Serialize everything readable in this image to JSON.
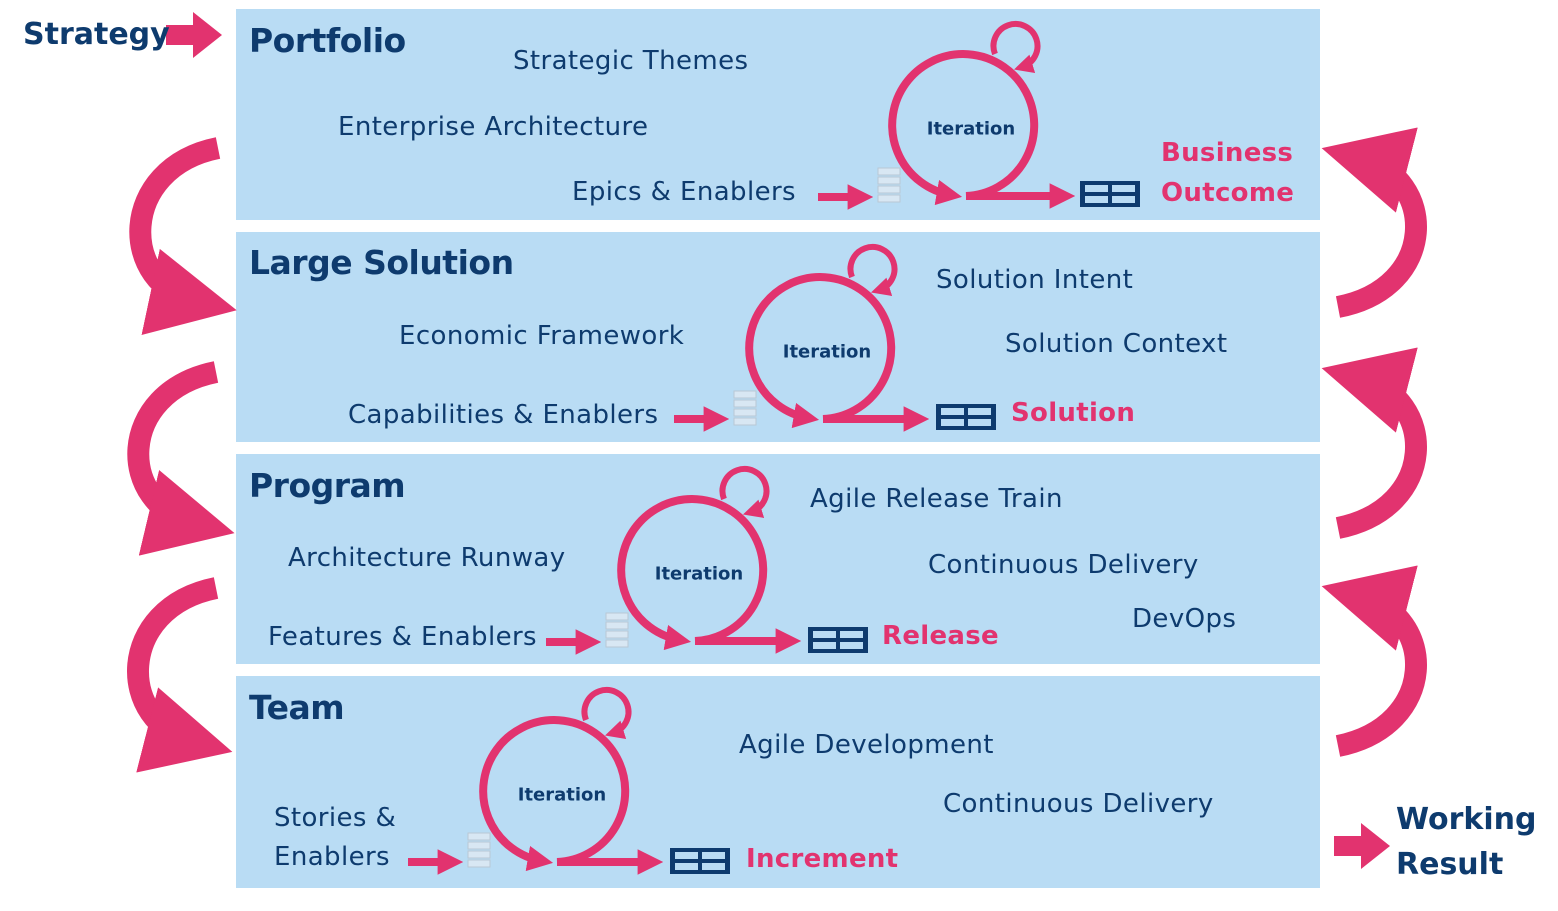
{
  "inputs": {
    "strategy_label": "Strategy",
    "result_label_line1": "Working",
    "result_label_line2": "Result"
  },
  "colors": {
    "band": "#b9dcf4",
    "text": "#0e3b6e",
    "accent": "#e2336f",
    "grid_block": "#0e3b6e"
  },
  "levels": [
    {
      "title": "Portfolio",
      "iteration_label": "Iteration",
      "items": [
        "Strategic Themes",
        "Enterprise Architecture"
      ],
      "backlog_label": "Epics & Enablers",
      "output": [
        "Business",
        "Outcome"
      ]
    },
    {
      "title": "Large Solution",
      "iteration_label": "Iteration",
      "items": [
        "Solution Intent",
        "Economic Framework",
        "Solution Context"
      ],
      "backlog_label": "Capabilities & Enablers",
      "output": [
        "Solution"
      ]
    },
    {
      "title": "Program",
      "iteration_label": "Iteration",
      "items": [
        "Agile Release Train",
        "Architecture Runway",
        "Continuous Delivery",
        "DevOps"
      ],
      "backlog_label": "Features & Enablers",
      "output": [
        "Release"
      ]
    },
    {
      "title": "Team",
      "iteration_label": "Iteration",
      "items": [
        "Agile Development",
        "Continuous Delivery"
      ],
      "backlog_label": [
        "Stories &",
        "Enablers"
      ],
      "output": [
        "Increment"
      ]
    }
  ]
}
